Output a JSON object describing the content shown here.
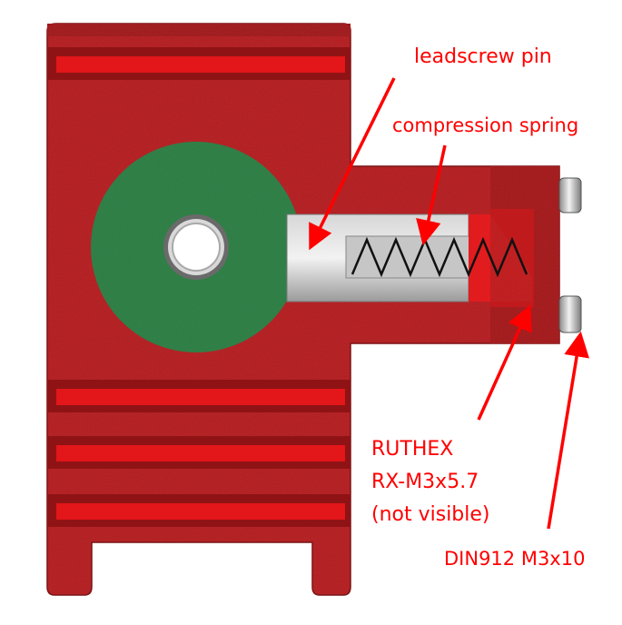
{
  "colors": {
    "part_body": "#b31c1f",
    "part_dark": "#8f1315",
    "part_groove": "#e31619",
    "washer": "#2b7d43",
    "pin": "#b8b8b8",
    "spring": "#111111",
    "annotation": "#ff0000"
  },
  "labels": {
    "leadscrew_pin": "leadscrew pin",
    "compression_spring": "compression spring",
    "ruthex_line1": "RUTHEX",
    "ruthex_line2": "RX-M3x5.7",
    "ruthex_line3": "(not visible)",
    "din912": "DIN912 M3x10"
  }
}
